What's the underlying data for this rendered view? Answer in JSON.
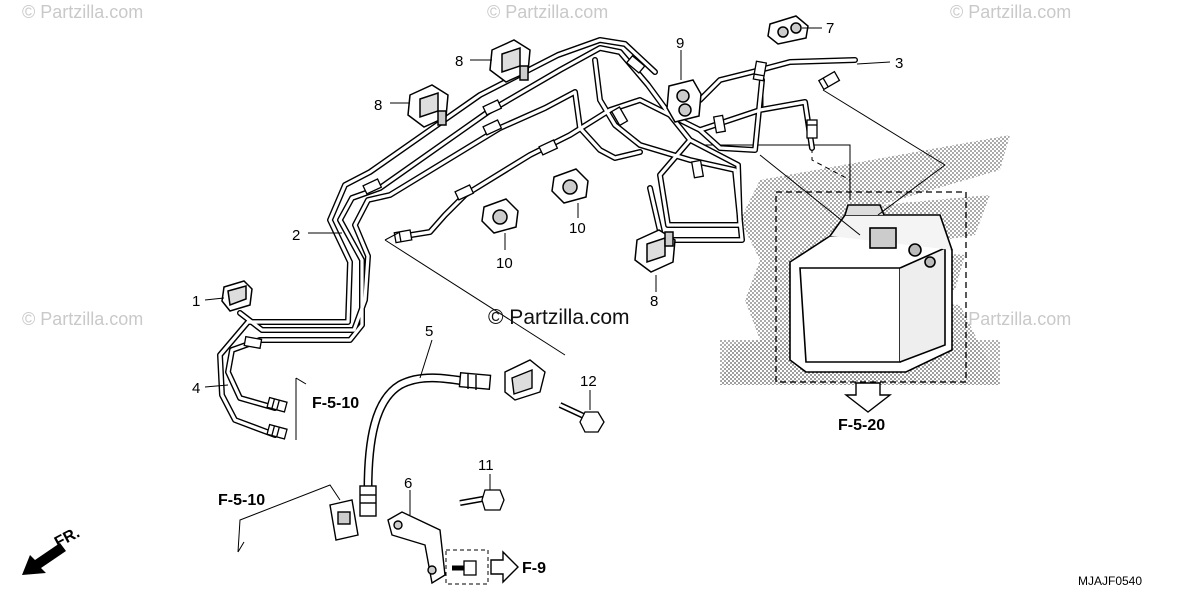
{
  "watermark": "© Partzilla.com",
  "center_watermark": "© Partzilla.com",
  "diagram_code": "MJAJF0540",
  "front_label": "FR.",
  "callouts": {
    "c1": "1",
    "c2": "2",
    "c3": "3",
    "c4": "4",
    "c5": "5",
    "c6": "6",
    "c7": "7",
    "c8a": "8",
    "c8b": "8",
    "c8c": "8",
    "c9": "9",
    "c10a": "10",
    "c10b": "10",
    "c11": "11",
    "c12": "12"
  },
  "refs": {
    "f510a": "F-5-10",
    "f510b": "F-5-10",
    "f520": "F-5-20",
    "f9": "F-9"
  }
}
